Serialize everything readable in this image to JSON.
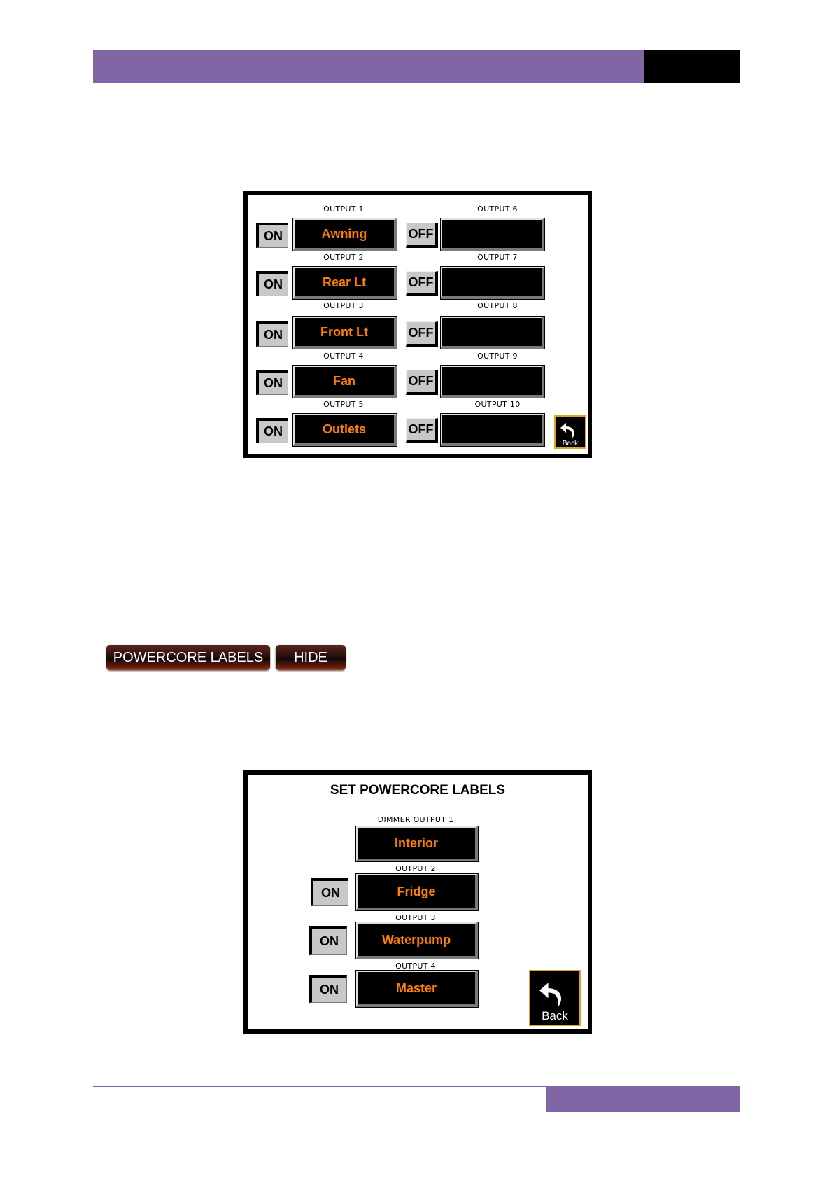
{
  "screen1": {
    "left_column": [
      {
        "output_label": "OUTPUT 1",
        "name": "Awning",
        "toggle": "ON"
      },
      {
        "output_label": "OUTPUT 2",
        "name": "Rear Lt",
        "toggle": "ON"
      },
      {
        "output_label": "OUTPUT 3",
        "name": "Front Lt",
        "toggle": "ON"
      },
      {
        "output_label": "OUTPUT 4",
        "name": "Fan",
        "toggle": "ON"
      },
      {
        "output_label": "OUTPUT 5",
        "name": "Outlets",
        "toggle": "ON"
      }
    ],
    "right_column": [
      {
        "output_label": "OUTPUT 6",
        "name": "",
        "toggle": "OFF"
      },
      {
        "output_label": "OUTPUT 7",
        "name": "",
        "toggle": "OFF"
      },
      {
        "output_label": "OUTPUT 8",
        "name": "",
        "toggle": "OFF"
      },
      {
        "output_label": "OUTPUT 9",
        "name": "",
        "toggle": "OFF"
      },
      {
        "output_label": "OUTPUT 10",
        "name": "",
        "toggle": "OFF"
      }
    ],
    "back_label": "Back"
  },
  "buttons": {
    "powercore_labels": "POWERCORE LABELS",
    "hide": "HIDE"
  },
  "screen2": {
    "title": "SET POWERCORE LABELS",
    "outputs": [
      {
        "output_label": "DIMMER OUTPUT 1",
        "name": "Interior",
        "toggle": ""
      },
      {
        "output_label": "OUTPUT 2",
        "name": "Fridge",
        "toggle": "ON"
      },
      {
        "output_label": "OUTPUT 3",
        "name": "Waterpump",
        "toggle": "ON"
      },
      {
        "output_label": "OUTPUT 4",
        "name": "Master",
        "toggle": "ON"
      }
    ],
    "back_label": "Back"
  },
  "colors": {
    "header_accent": "#8166a5",
    "label_text": "#ff7f00",
    "back_border": "#e0a020"
  }
}
